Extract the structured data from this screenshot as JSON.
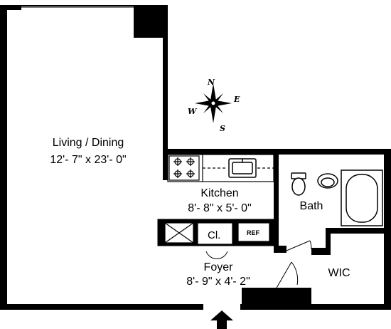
{
  "rooms": {
    "living": {
      "name": "Living / Dining",
      "dims": "12'- 7\" x 23'- 0\""
    },
    "kitchen": {
      "name": "Kitchen",
      "dims": "8'- 8\" x 5'- 0\""
    },
    "bath": {
      "name": "Bath"
    },
    "foyer": {
      "name": "Foyer",
      "dims": "8'- 9\" x 4'- 2\""
    },
    "wic": {
      "name": "WIC"
    },
    "closet": {
      "name": "Cl."
    }
  },
  "fixtures": {
    "refrigerator": "REF"
  },
  "compass": {
    "n": "N",
    "s": "S",
    "e": "E",
    "w": "W"
  },
  "colors": {
    "wall": "#000000",
    "floor": "#ffffff"
  }
}
